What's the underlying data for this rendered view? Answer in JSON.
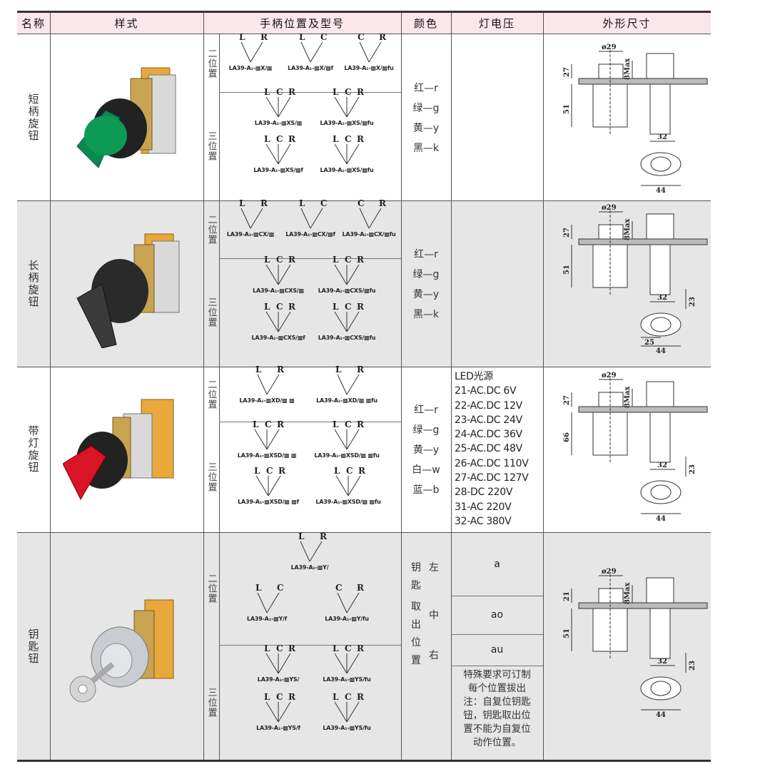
{
  "headers": {
    "name": "名称",
    "style": "样式",
    "handle": "手柄位置及型号",
    "color": "颜色",
    "voltage": "灯电压",
    "dims": "外形尺寸"
  },
  "rows": [
    {
      "name": "短柄旋钮",
      "pos2": {
        "label": "二位置",
        "items": [
          {
            "letters": [
              "L",
              "R"
            ],
            "model": "LA39-A₁-▩X/▩"
          },
          {
            "letters": [
              "L",
              "C"
            ],
            "model": "LA39-A₁-▩X/▩f"
          },
          {
            "letters": [
              "C",
              "R"
            ],
            "model": "LA39-A₁-▩X/▩fu"
          }
        ]
      },
      "pos3": {
        "label": "三位置",
        "items": [
          {
            "letters": [
              "L",
              "C",
              "R"
            ],
            "model": "LA39-A₁-▩XS/▩"
          },
          {
            "letters": [
              "L",
              "C",
              "R"
            ],
            "model": "LA39-A₁-▩XS/▩fu"
          },
          {
            "letters": [
              "L",
              "C",
              "R"
            ],
            "model": "LA39-A₁-▩XS/▩f"
          },
          {
            "letters": [
              "L",
              "C",
              "R"
            ],
            "model": "LA39-A₁-▩XS/▩fu"
          }
        ]
      },
      "colors": [
        "红—r",
        "绿—g",
        "黄—y",
        "黑—k"
      ],
      "dims": {
        "d": "ø29",
        "h1": "27",
        "max": "8Max",
        "h2": "51",
        "w1": "32",
        "w2": "44"
      }
    },
    {
      "name": "长柄旋钮",
      "pos2": {
        "label": "二位置",
        "items": [
          {
            "letters": [
              "L",
              "R"
            ],
            "model": "LA39-A₁-▩CX/▩"
          },
          {
            "letters": [
              "L",
              "C"
            ],
            "model": "LA39-A₁-▩CX/▩f"
          },
          {
            "letters": [
              "C",
              "R"
            ],
            "model": "LA39-A₁-▩CX/▩fu"
          }
        ]
      },
      "pos3": {
        "label": "三位置",
        "items": [
          {
            "letters": [
              "L",
              "C",
              "R"
            ],
            "model": "LA39-A₁-▩CXS/▩"
          },
          {
            "letters": [
              "L",
              "C",
              "R"
            ],
            "model": "LA39-A₁-▩CXS/▩fu"
          },
          {
            "letters": [
              "L",
              "C",
              "R"
            ],
            "model": "LA39-A₁-▩CXS/▩f"
          },
          {
            "letters": [
              "L",
              "C",
              "R"
            ],
            "model": "LA39-A₁-▩CXS/▩fu"
          }
        ]
      },
      "colors": [
        "红—r",
        "绿—g",
        "黄—y",
        "黑—k"
      ],
      "dims": {
        "d": "ø29",
        "h1": "27",
        "max": "8Max",
        "h2": "51",
        "h3": "23",
        "w1": "32",
        "w2": "44",
        "w3": "25"
      }
    },
    {
      "name": "带灯旋钮",
      "pos2": {
        "label": "二位置",
        "items": [
          {
            "letters": [
              "L",
              "R"
            ],
            "model": "LA39-A₁-▩XD/▩ ▩"
          },
          {
            "letters": [
              "L",
              "R"
            ],
            "model": "LA39-A₁-▩XD/▩ ▩fu"
          }
        ]
      },
      "pos3": {
        "label": "三位置",
        "items": [
          {
            "letters": [
              "L",
              "C",
              "R"
            ],
            "model": "LA39-A₁-▩XSD/▩ ▩"
          },
          {
            "letters": [
              "L",
              "C",
              "R"
            ],
            "model": "LA39-A₁-▩XSD/▩ ▩fu"
          },
          {
            "letters": [
              "L",
              "C",
              "R"
            ],
            "model": "LA39-A₁-▩XSD/▩ ▩f"
          },
          {
            "letters": [
              "L",
              "C",
              "R"
            ],
            "model": "LA39-A₁-▩XSD/▩ ▩fu"
          }
        ]
      },
      "colors": [
        "红—r",
        "绿—g",
        "黄—y",
        "白—w",
        "蓝—b"
      ],
      "voltages": [
        "LED光源",
        "21-AC.DC 6V",
        "22-AC.DC 12V",
        "23-AC.DC 24V",
        "24-AC.DC 36V",
        "25-AC.DC 48V",
        "26-AC.DC 110V",
        "27-AC.DC 127V",
        "28-DC 220V",
        "31-AC 220V",
        "32-AC 380V"
      ],
      "dims": {
        "d": "ø29",
        "h1": "27",
        "max": "8Max",
        "h2": "66",
        "h3": "23",
        "w1": "32",
        "w2": "44"
      }
    },
    {
      "name": "钥匙钮",
      "pos2": {
        "label": "二位置",
        "items": [
          {
            "letters": [
              "L",
              "R"
            ],
            "model": "LA39-A₁-▩Y/"
          },
          {
            "letters": [
              "L",
              "C"
            ],
            "model": "LA39-A₁-▩Y/f"
          },
          {
            "letters": [
              "C",
              "R"
            ],
            "model": "LA39-A₁-▩Y/fu"
          }
        ]
      },
      "pos3": {
        "label": "三位置",
        "items": [
          {
            "letters": [
              "L",
              "C",
              "R"
            ],
            "model": "LA39-A₁-▩YS/"
          },
          {
            "letters": [
              "L",
              "C",
              "R"
            ],
            "model": "LA39-A₁-▩YS/fu"
          },
          {
            "letters": [
              "L",
              "C",
              "R"
            ],
            "model": "LA39-A₁-▩YS/f"
          },
          {
            "letters": [
              "L",
              "C",
              "R"
            ],
            "model": "LA39-A₁-▩YS/fu"
          }
        ]
      },
      "key_col": [
        "钥",
        "匙",
        "取",
        "出",
        "位",
        "置"
      ],
      "key_pos": [
        "左",
        "中",
        "右"
      ],
      "key_codes": [
        "a",
        "ao",
        "au"
      ],
      "note": [
        "特殊要求可订制",
        "每个位置拔出",
        "注：自复位钥匙",
        "钮，钥匙取出位",
        "置不能为自复位",
        "动作位置。"
      ],
      "dims": {
        "d": "ø29",
        "h1": "21",
        "max": "8Max",
        "h2": "51",
        "h3": "23",
        "w1": "32",
        "w2": "44"
      }
    }
  ],
  "colors_hex": {
    "header_bg": "#fbe6ec",
    "band_bg": "#e6e6e6",
    "green_knob": "#0a8a4a",
    "red_knob": "#d81426",
    "brass": "#c8a452",
    "orange": "#f0a020"
  }
}
